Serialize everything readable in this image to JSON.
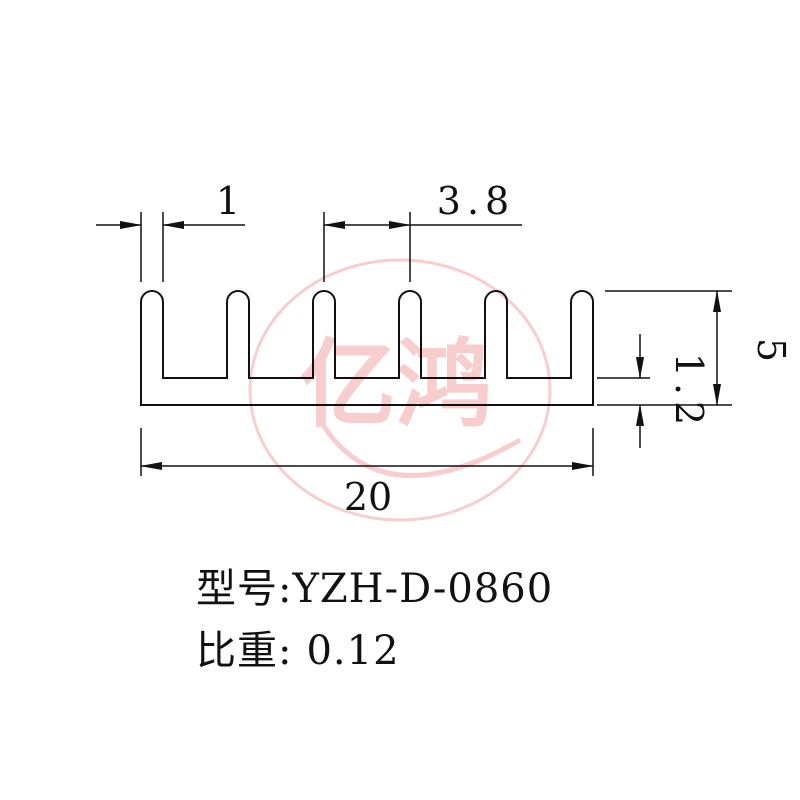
{
  "dimensions": {
    "fin_thickness": "1",
    "fin_pitch": "3.8",
    "overall_width": "20",
    "overall_height": "5",
    "base_thickness": "1.2"
  },
  "watermark": {
    "text": "亿鸿",
    "color": "#f2a6a6"
  },
  "product": {
    "model_label": "型号:",
    "model_value": "YZH-D-0860",
    "density_label": "比重:",
    "density_value": "0.12"
  }
}
